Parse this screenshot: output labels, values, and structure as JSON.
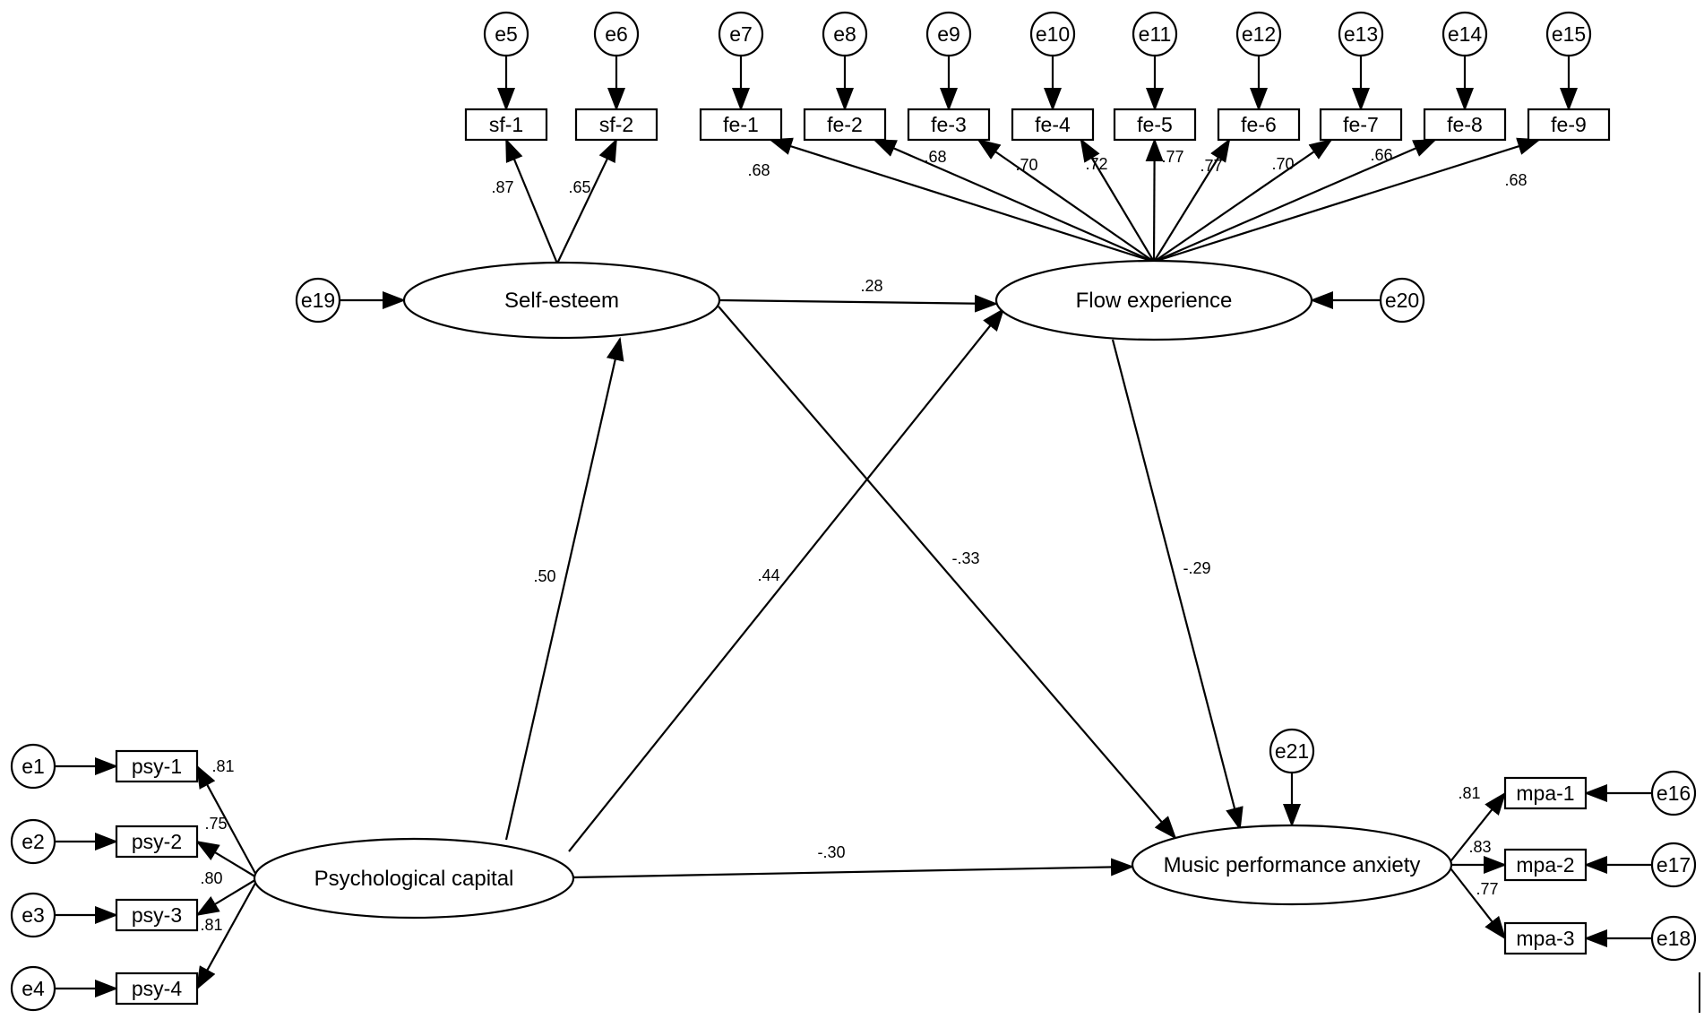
{
  "latents": {
    "psycap": "Psychological capital",
    "selfesteem": "Self-esteem",
    "flow": "Flow experience",
    "mpa": "Music performance anxiety"
  },
  "indicators": {
    "psy1": "psy-1",
    "psy2": "psy-2",
    "psy3": "psy-3",
    "psy4": "psy-4",
    "sf1": "sf-1",
    "sf2": "sf-2",
    "fe1": "fe-1",
    "fe2": "fe-2",
    "fe3": "fe-3",
    "fe4": "fe-4",
    "fe5": "fe-5",
    "fe6": "fe-6",
    "fe7": "fe-7",
    "fe8": "fe-8",
    "fe9": "fe-9",
    "mpa1": "mpa-1",
    "mpa2": "mpa-2",
    "mpa3": "mpa-3"
  },
  "errors": {
    "e1": "e1",
    "e2": "e2",
    "e3": "e3",
    "e4": "e4",
    "e5": "e5",
    "e6": "e6",
    "e7": "e7",
    "e8": "e8",
    "e9": "e9",
    "e10": "e10",
    "e11": "e11",
    "e12": "e12",
    "e13": "e13",
    "e14": "e14",
    "e15": "e15",
    "e16": "e16",
    "e17": "e17",
    "e18": "e18",
    "e19": "e19",
    "e20": "e20",
    "e21": "e21"
  },
  "loadings": {
    "psy1": ".81",
    "psy2": ".75",
    "psy3": ".80",
    "psy4": ".81",
    "sf1": ".87",
    "sf2": ".65",
    "fe1": ".68",
    "fe2": ".68",
    "fe3": ".70",
    "fe4": ".72",
    "fe5": ".77",
    "fe6": ".77",
    "fe7": ".70",
    "fe8": ".66",
    "fe9": ".68",
    "mpa1": ".81",
    "mpa2": ".83",
    "mpa3": ".77"
  },
  "paths": {
    "psycap_selfesteem": ".50",
    "psycap_flow": ".44",
    "psycap_mpa": "-.30",
    "selfesteem_flow": ".28",
    "selfesteem_mpa": "-.33",
    "flow_mpa": "-.29"
  }
}
